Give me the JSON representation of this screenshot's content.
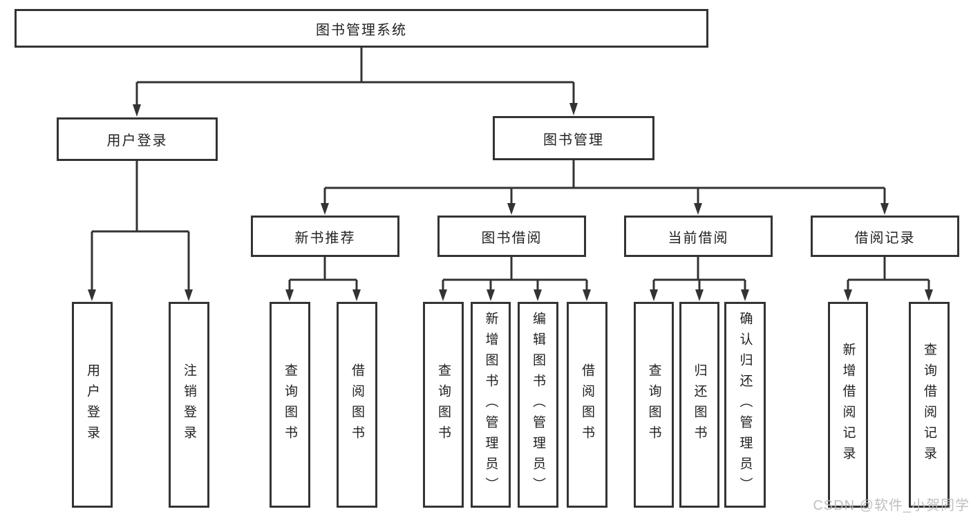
{
  "diagram": {
    "root": {
      "label": "图书管理系统"
    },
    "level2": [
      {
        "label": "用户登录"
      },
      {
        "label": "图书管理"
      }
    ],
    "level3": [
      {
        "label": "新书推荐"
      },
      {
        "label": "图书借阅"
      },
      {
        "label": "当前借阅"
      },
      {
        "label": "借阅记录"
      }
    ],
    "leaves": [
      {
        "label": "用户登录"
      },
      {
        "label": "注销登录"
      },
      {
        "label": "查询图书"
      },
      {
        "label": "借阅图书"
      },
      {
        "label": "查询图书"
      },
      {
        "label": "新增图书（管理员）"
      },
      {
        "label": "编辑图书（管理员）"
      },
      {
        "label": "借阅图书"
      },
      {
        "label": "查询图书"
      },
      {
        "label": "归还图书"
      },
      {
        "label": "确认归还（管理员）"
      },
      {
        "label": "新增借阅记录"
      },
      {
        "label": "查询借阅记录"
      }
    ],
    "watermark": "CSDN @软件_小贺同学",
    "colors": {
      "line": "#333333",
      "box_border": "#333333",
      "box_fill": "#ffffff",
      "text": "#222222",
      "watermark": "#b9b9b9"
    }
  }
}
